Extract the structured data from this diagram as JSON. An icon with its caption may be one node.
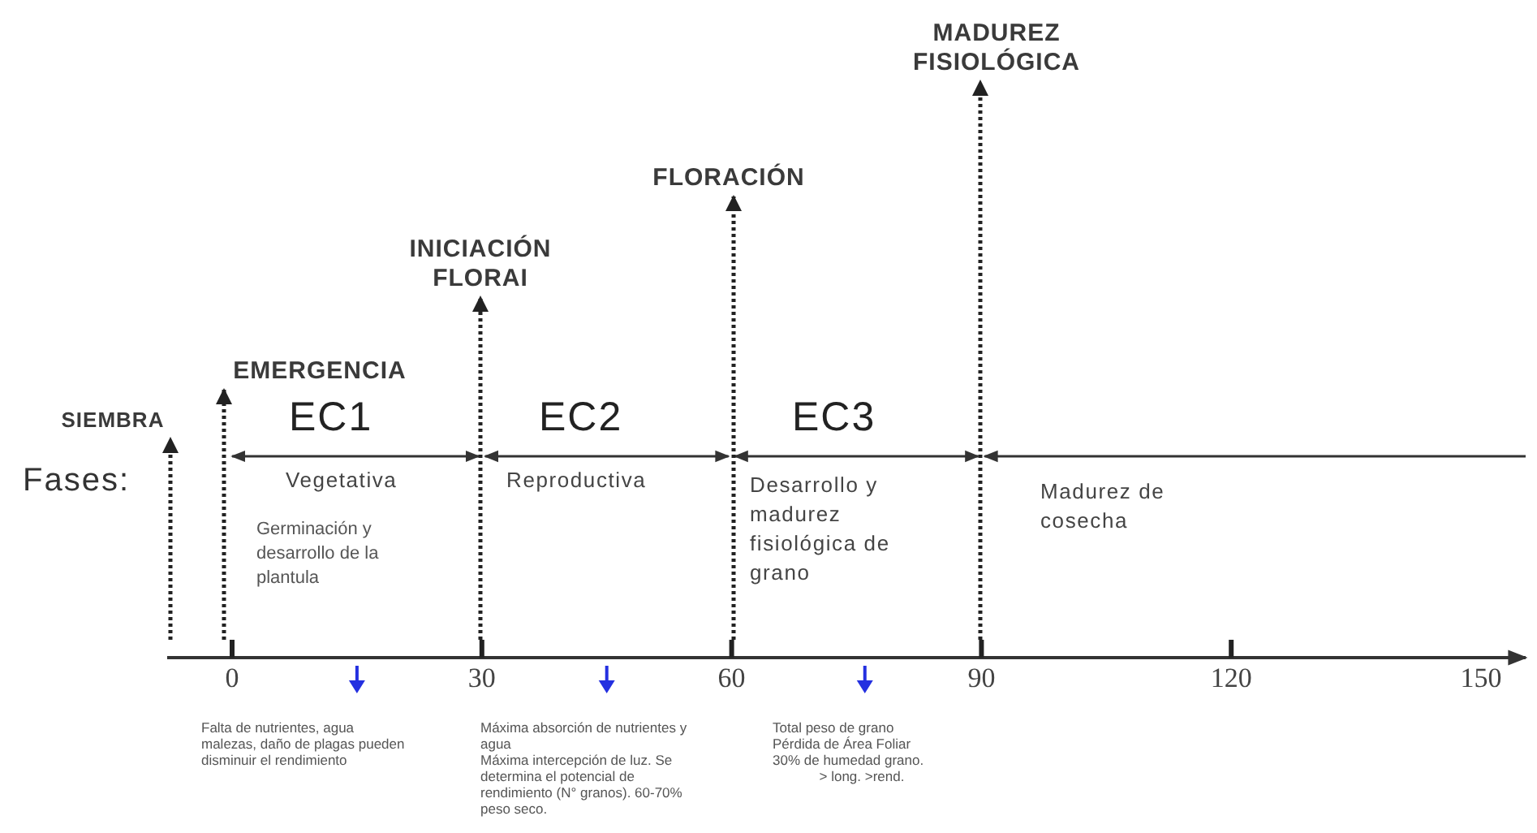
{
  "diagram": {
    "nodes": [
      {
        "text": [
          "SIEMBRA"
        ]
      },
      {
        "text": [
          "EMERGENCIA"
        ]
      },
      {
        "text": [
          "INICIACIÓN FLORAI"
        ]
      },
      {
        "text": [
          "FLORACIÓN"
        ]
      },
      {
        "text": [
          "MADUREZ FISIOLÓGICA"
        ]
      },
      {
        "text": [],
        "shape": "arrow"
      }
    ],
    "edges": [
      {
        "from": 5,
        "to": 0,
        "arrow": "to",
        "style": "dashed"
      },
      {
        "from": 5,
        "to": 1,
        "arrow": "to",
        "style": "dashed"
      },
      {
        "from": 5,
        "to": 2,
        "arrow": "to",
        "style": "dashed"
      },
      {
        "from": 5,
        "to": 3,
        "arrow": "to",
        "style": "dashed"
      },
      {
        "from": 5,
        "to": 4,
        "arrow": "to",
        "style": "dashed"
      }
    ],
    "labels": [
      "EC1",
      "EC2",
      "EC3",
      "Fases:",
      "Vegetativa",
      "Reproductiva",
      "Desarrollo y madurez fisiológica de grano",
      "Madurez de cosecha",
      "Germinación y desarrollo de la plantula",
      "0",
      "30",
      "60",
      "90",
      "120",
      "150",
      "Falta de nutrientes, agua malezas, daño de plagas pueden disminuir el rendimiento",
      "Máxima absorción de nutrientes y agua",
      "Máxima intercepción de luz. Se determina el potencial de rendimiento (N° granos). 60-70% peso seco.",
      "Total peso de grano",
      "Pérdida de Área Foliar",
      "30% de humedad grano.",
      "> long. >rend."
    ]
  }
}
